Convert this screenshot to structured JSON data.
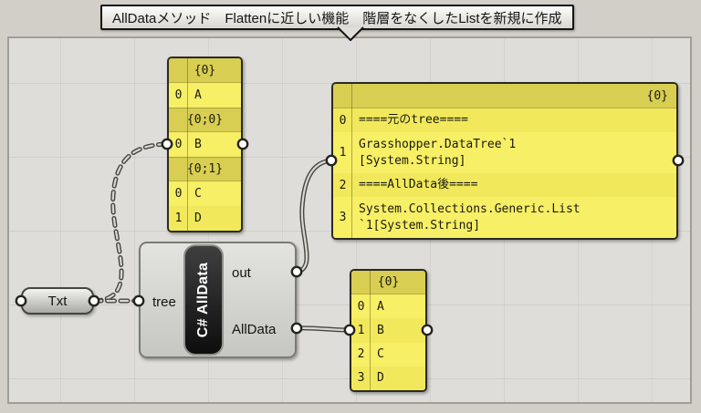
{
  "tooltip": {
    "text": "AllDataメソッド　Flattenに近しい機能　階層をなくしたListを新規に作成"
  },
  "txt_param": {
    "label": "Txt"
  },
  "component": {
    "title": "C# AllData",
    "input_label": "tree",
    "output_top_label": "out",
    "output_bottom_label": "AllData"
  },
  "tree_panel": {
    "rows": [
      {
        "kind": "path",
        "text": "{0}"
      },
      {
        "kind": "item",
        "index": "0",
        "value": "A"
      },
      {
        "kind": "path",
        "text": "{0;0}"
      },
      {
        "kind": "item",
        "index": "0",
        "value": "B"
      },
      {
        "kind": "path",
        "text": "{0;1}"
      },
      {
        "kind": "item",
        "index": "0",
        "value": "C"
      },
      {
        "kind": "item",
        "index": "1",
        "value": "D"
      }
    ]
  },
  "out_panel": {
    "header": "{0}",
    "items": [
      {
        "index": "0",
        "value": "====元のtree===="
      },
      {
        "index": "1",
        "value": "Grasshopper.DataTree`1\n[System.String]"
      },
      {
        "index": "2",
        "value": "====AllData後===="
      },
      {
        "index": "3",
        "value": "System.Collections.Generic.List\n`1[System.String]"
      }
    ]
  },
  "alldata_panel": {
    "header": "{0}",
    "items": [
      {
        "index": "0",
        "value": "A"
      },
      {
        "index": "1",
        "value": "B"
      },
      {
        "index": "2",
        "value": "C"
      },
      {
        "index": "3",
        "value": "D"
      }
    ]
  },
  "colors": {
    "canvas": "#deddd9",
    "outer_frame": "#d2cfc8",
    "panel_body": "#f5ee63",
    "panel_header": "#d8ce52",
    "wire": "#46453f",
    "capsule": "#1a1a1a"
  }
}
